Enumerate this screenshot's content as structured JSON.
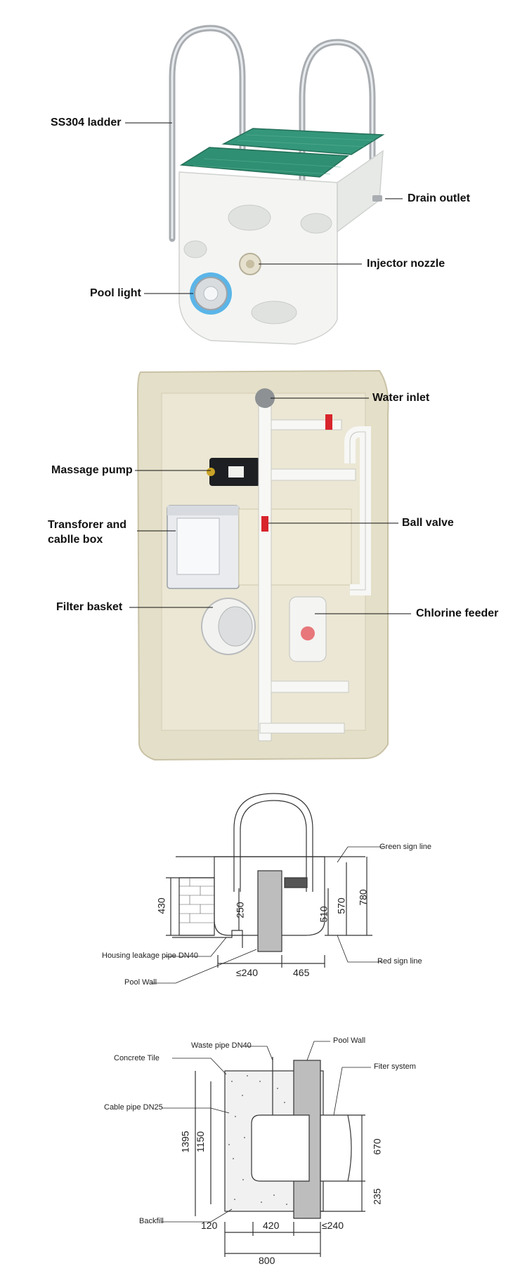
{
  "panel1": {
    "labels": {
      "ladder": "SS304 ladder",
      "drain": "Drain outlet",
      "injector": "Injector nozzle",
      "light": "Pool light"
    }
  },
  "panel2": {
    "labels": {
      "water_inlet": "Water inlet",
      "massage_pump": "Massage pump",
      "ball_valve": "Ball valve",
      "transformer_line1": "Transforer and",
      "transformer_line2": "cablle box",
      "filter_basket": "Filter basket",
      "chlorine_feeder": "Chlorine feeder"
    }
  },
  "panel3": {
    "labels": {
      "green_sign": "Green sign line",
      "red_sign": "Red sign line",
      "housing_leak": "Housing leakage pipe DN40",
      "pool_wall": "Pool Wall"
    },
    "dims": {
      "d430": "430",
      "d250": "250",
      "d510": "510",
      "d570": "570",
      "d780": "780",
      "d240": "≤240",
      "d465": "465"
    }
  },
  "panel4": {
    "labels": {
      "waste_pipe": "Waste pipe DN40",
      "pool_wall": "Pool Wall",
      "concrete_tile": "Concrete Tile",
      "filter_system": "Fiter system",
      "cable_pipe": "Cable pipe DN25",
      "backfill": "Backfill"
    },
    "dims": {
      "d1395": "1395",
      "d1150": "1150",
      "d670": "670",
      "d235": "235",
      "d120": "120",
      "d420": "420",
      "d240": "≤240",
      "d800": "800"
    }
  },
  "colors": {
    "green_lid": "#2f8f72",
    "body_white": "#f4f5f2",
    "chrome": "#b8bcc0",
    "fiberglass": "#e4dfc8",
    "pipe_white": "#f7f7f5",
    "valve_red": "#d8242c",
    "light_blue": "#3fa9e6"
  }
}
